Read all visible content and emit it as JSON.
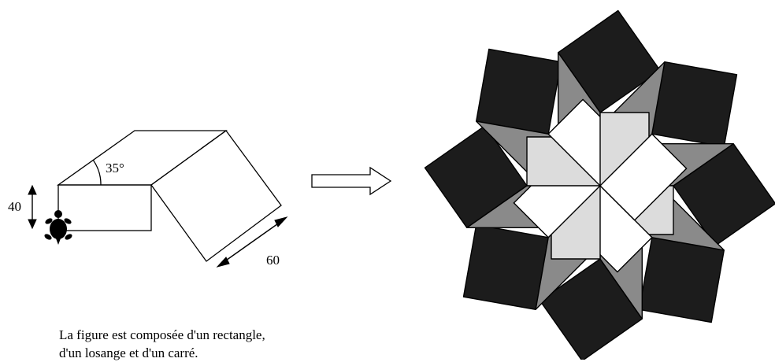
{
  "labels": {
    "height_label": "40",
    "angle_label": "35°",
    "side_label": "60"
  },
  "caption": {
    "line1": "La figure est composée d'un rectangle,",
    "line2": "d'un losange et d'un carré."
  },
  "colors": {
    "background": "#ffffff",
    "stroke": "#000000",
    "square_fill": "#1c1c1c",
    "rhombus_fill": "#8a8a8a",
    "rect_fill": "#dcdcdc"
  },
  "icons": [
    "turtle-icon",
    "arrow-right-icon",
    "double-arrow-icon"
  ]
}
